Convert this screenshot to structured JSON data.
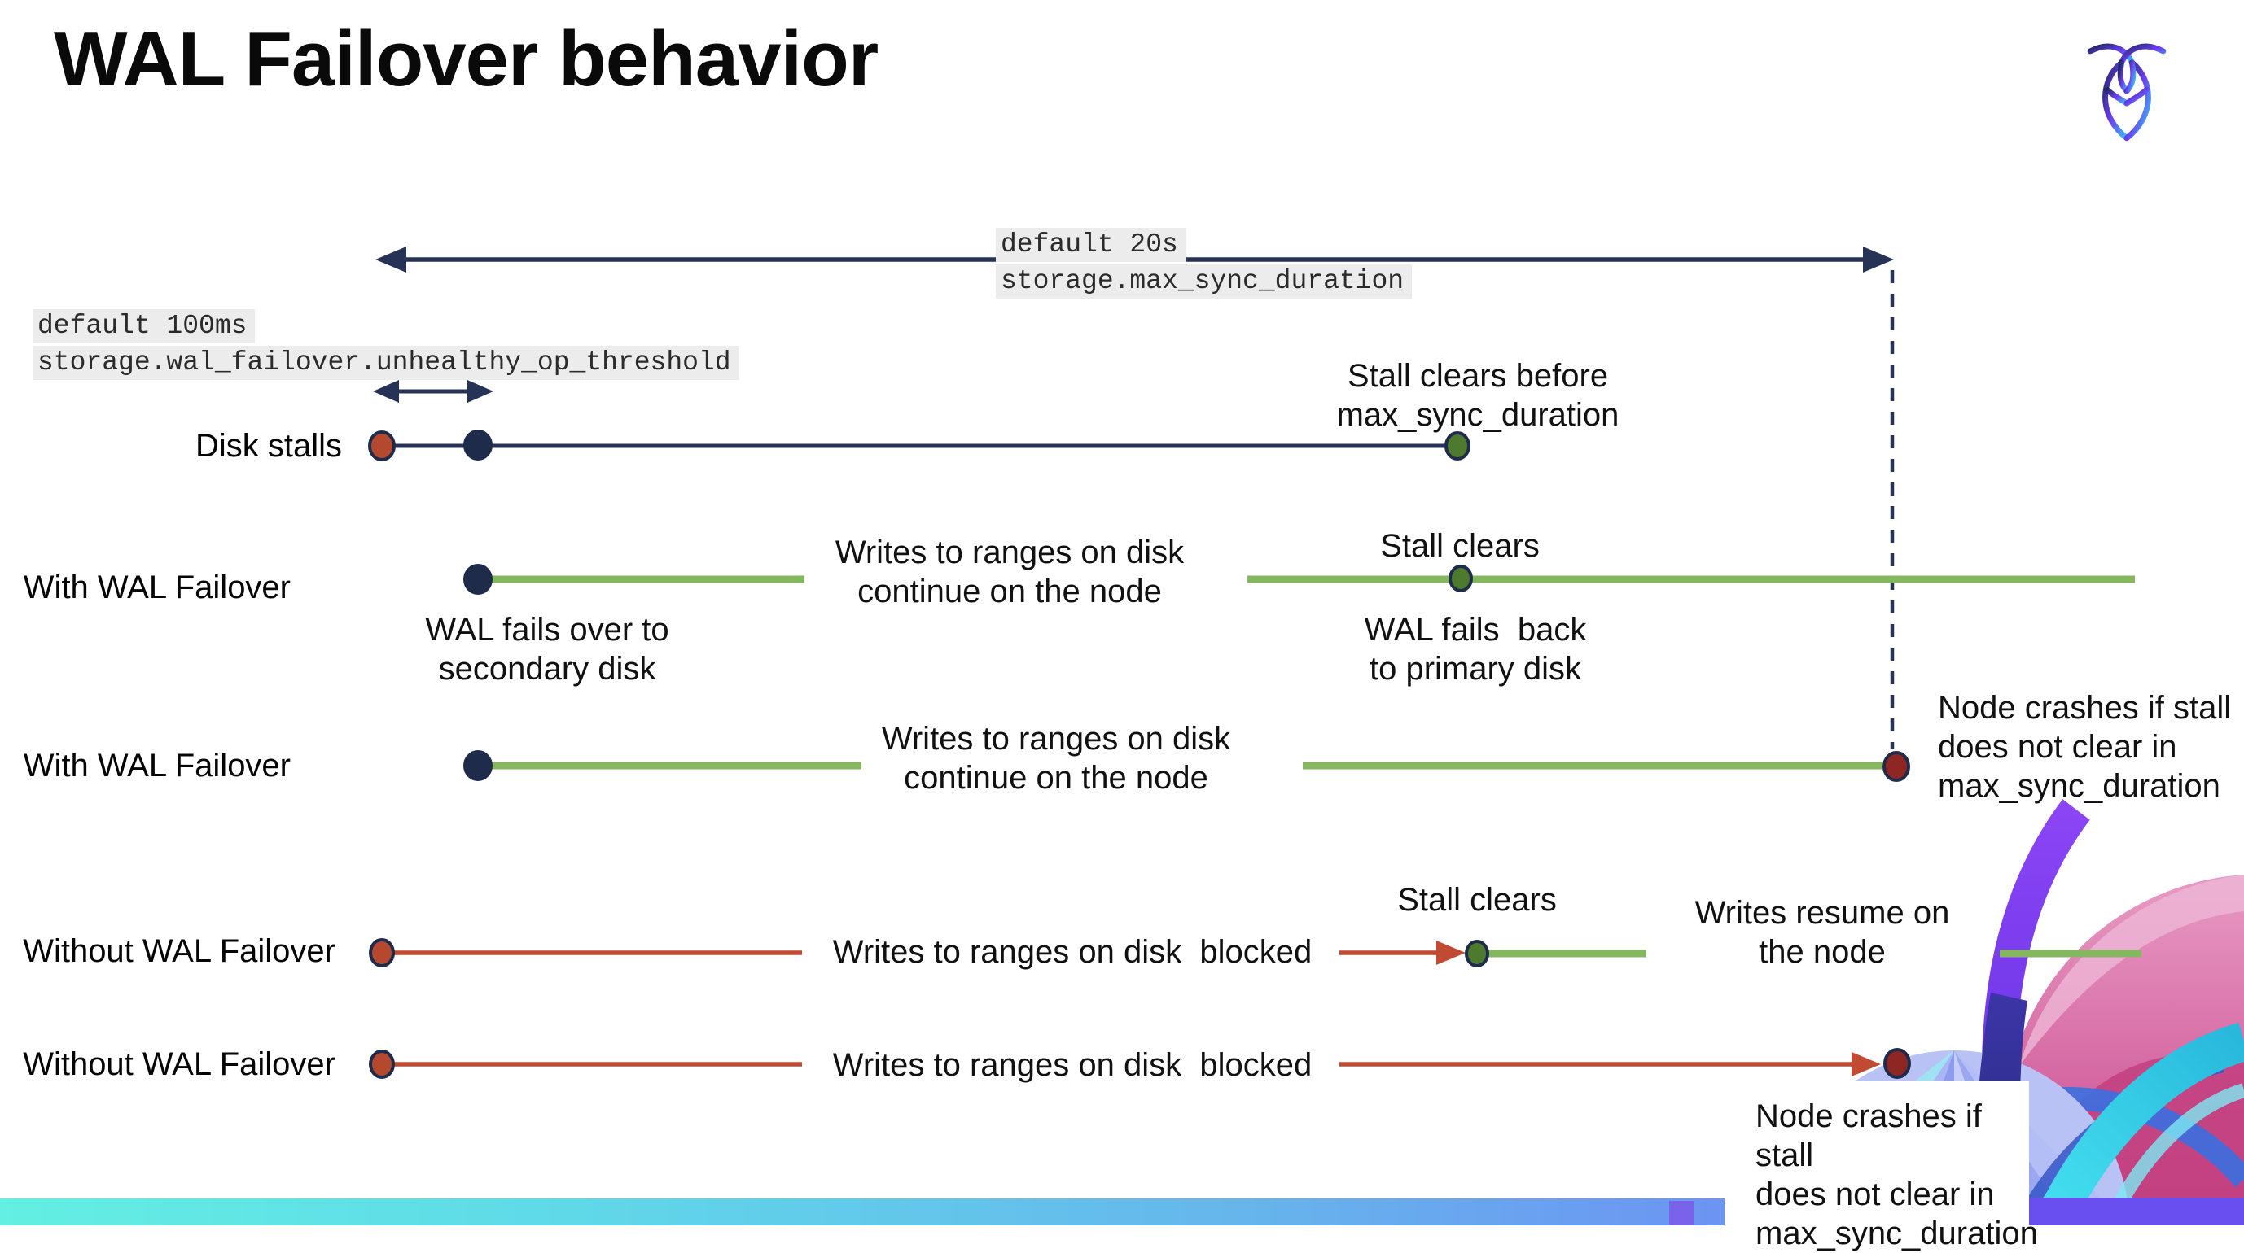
{
  "title": "WAL Failover behavior",
  "config_labels": {
    "max_sync": {
      "default": "default 20s",
      "setting": "storage.max_sync_duration"
    },
    "unhealthy": {
      "default": "default 100ms",
      "setting": "storage.wal_failover.unhealthy_op_threshold"
    }
  },
  "row_labels": {
    "row1": "Disk stalls",
    "row2": "With WAL Failover",
    "row3": "With WAL Failover",
    "row4": "Without WAL Failover",
    "row5": "Without WAL Failover"
  },
  "annotations": {
    "stall_clears_before": "Stall clears before\nmax_sync_duration",
    "wal_fails_over": "WAL fails over to\nsecondary disk",
    "writes_continue_2": "Writes to ranges on disk\ncontinue on the node",
    "stall_clears_2": "Stall clears",
    "wal_fails_back": "WAL fails  back\nto primary disk",
    "writes_continue_3": "Writes to ranges on disk\ncontinue on the node",
    "node_crashes_3": "Node crashes if stall\ndoes not clear in\nmax_sync_duration",
    "writes_blocked_4": "Writes to ranges on disk  blocked",
    "stall_clears_4": "Stall clears",
    "writes_resume": "Writes resume on\nthe node",
    "writes_blocked_5": "Writes to ranges on disk  blocked",
    "node_crashes_5": "Node crashes if stall\ndoes not clear in\nmax_sync_duration"
  },
  "colors": {
    "navy": "#263357",
    "navy_dot": "#1f2b4a",
    "stall_red": "#b5492f",
    "crash_red": "#8e2723",
    "green_line": "#84b75e",
    "green_dot": "#4d7a2f",
    "red_line": "#c14b32",
    "code_label_bg": "#ececec",
    "bar_gradient_left": "#63efe2",
    "bar_gradient_right": "#7e6cf0"
  }
}
